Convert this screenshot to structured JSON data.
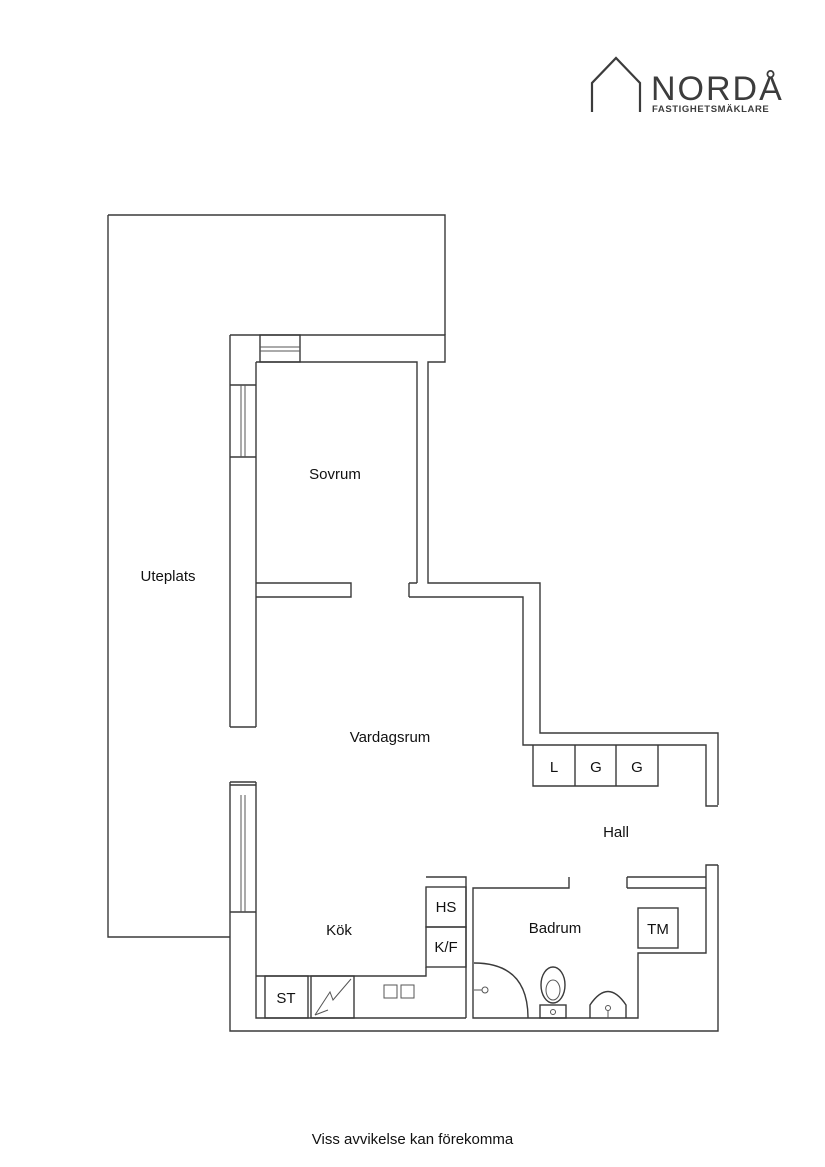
{
  "logo": {
    "name": "NORDÅ",
    "tagline": "FASTIGHETSMÄKLARE"
  },
  "rooms": {
    "uteplats": "Uteplats",
    "sovrum": "Sovrum",
    "vardagsrum": "Vardagsrum",
    "hall": "Hall",
    "kok": "Kök",
    "badrum": "Badrum"
  },
  "fixtures": {
    "l": "L",
    "g1": "G",
    "g2": "G",
    "hs": "HS",
    "kf": "K/F",
    "st": "ST",
    "tm": "TM"
  },
  "disclaimer": "Viss avvikelse kan förekomma"
}
